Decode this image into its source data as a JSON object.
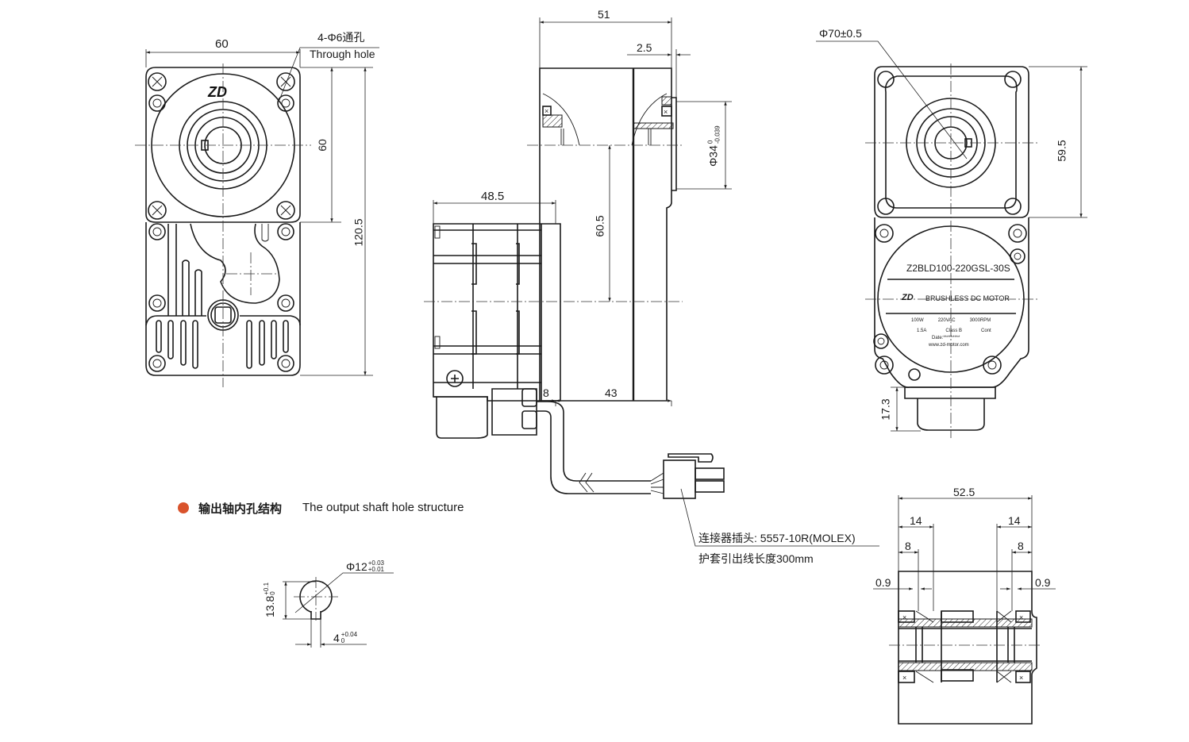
{
  "figure": {
    "type": "technical-drawing",
    "subject": "Brushless DC gear motor dimension drawing"
  },
  "front_view": {
    "dim_width": "60",
    "dim_height_flange": "60",
    "dim_height_total": "120.5",
    "hole_callout_cn": "4-Φ6通孔",
    "hole_callout_en": "Through hole",
    "logo": "ZD"
  },
  "side_view": {
    "dim_top_length": "51",
    "dim_flange_step": "2.5",
    "dim_shaft_dia": "Φ34",
    "dim_shaft_dia_tol_upper": "0",
    "dim_shaft_dia_tol_lower": "-0.039",
    "dim_motor_length": "48.5",
    "dim_center_height": "60.5",
    "dim_offset": "8",
    "dim_gearbox_length": "43"
  },
  "connector": {
    "label_line1": "连接器插头: 5557-10R(MOLEX)",
    "label_line2": "护套引出线长度300mm"
  },
  "rear_view": {
    "dim_diameter": "Φ70±0.5",
    "dim_height": "59.5",
    "dim_box_depth": "17.3",
    "nameplate": {
      "model": "Z2BLD100-220GSL-30S",
      "logo": "ZD",
      "title": "BRUSHLESS  DC MOTOR",
      "specs_row1": [
        "100W",
        "220VAC",
        "3000RPM"
      ],
      "specs_row2": [
        "1.5A",
        "Class B",
        "Cont"
      ],
      "date": "Date:*********",
      "website": "www.zd-motor.com"
    }
  },
  "shaft_section": {
    "dim_total": "52.5",
    "dim_left_14": "14",
    "dim_right_14": "14",
    "dim_left_8": "8",
    "dim_right_8": "8",
    "dim_left_09": "0.9",
    "dim_right_09": "0.9"
  },
  "shaft_hole": {
    "section_title_cn": "输出轴内孔结构",
    "section_title_en": "The output shaft hole structure",
    "bullet_color": "#d9532c",
    "dim_bore": "Φ12",
    "dim_bore_tol_upper": "+0.03",
    "dim_bore_tol_lower": "+0.01",
    "dim_keyway_depth": "13.8",
    "dim_keyway_depth_tol_upper": "+0.1",
    "dim_keyway_depth_tol_lower": "0",
    "dim_keyway_width": "4",
    "dim_keyway_width_tol_upper": "+0.04",
    "dim_keyway_width_tol_lower": "0"
  }
}
